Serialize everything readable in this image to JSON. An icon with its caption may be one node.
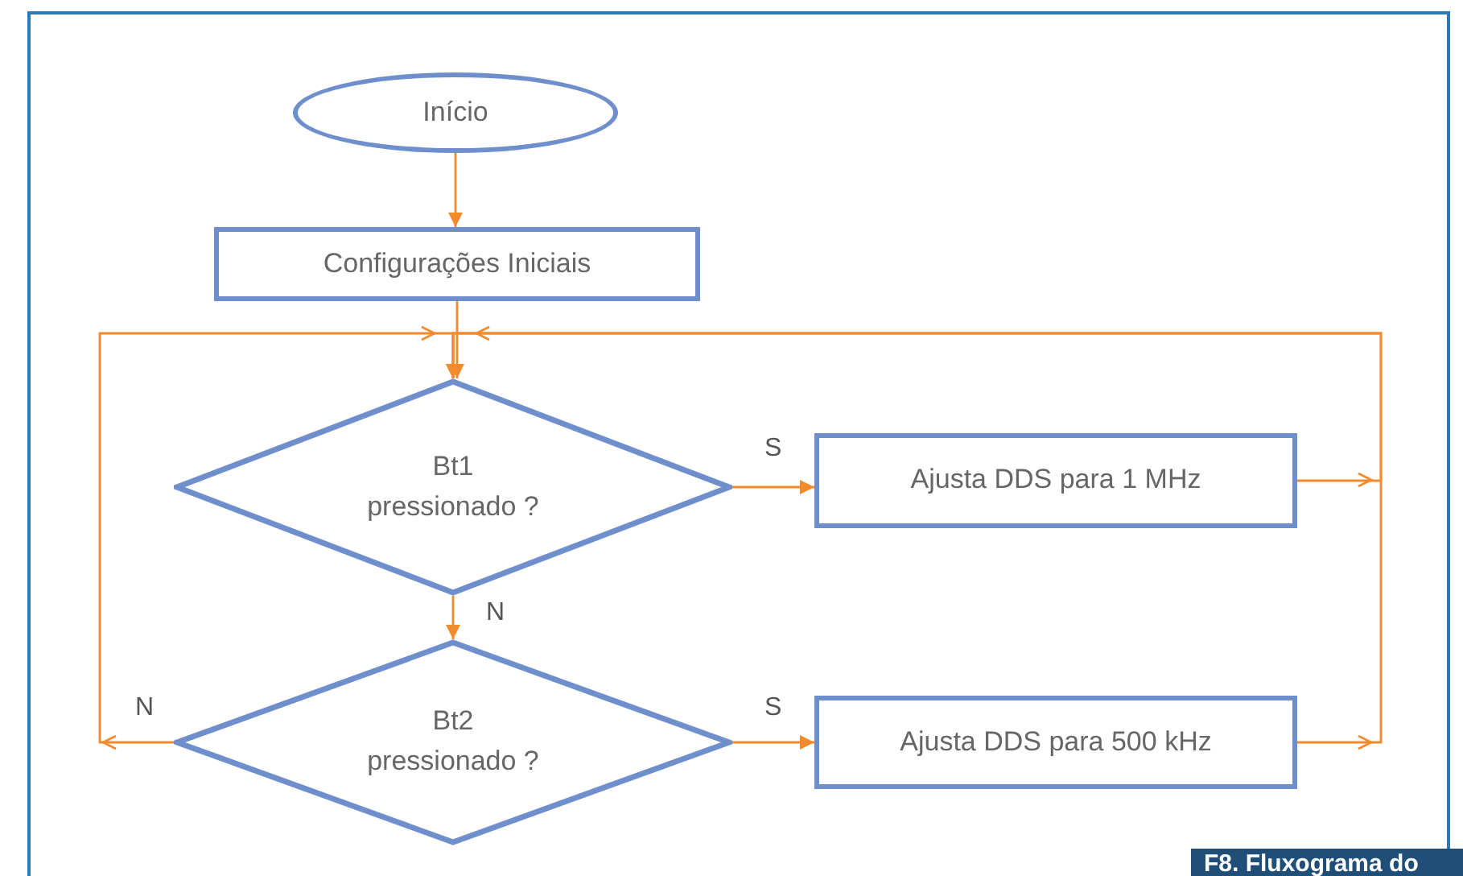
{
  "diagram": {
    "nodes": [
      {
        "text": [
          "Início"
        ]
      },
      {
        "text": [
          "Configurações Iniciais"
        ]
      },
      {
        "text": [
          "Bt1 pressionado ?"
        ]
      },
      {
        "text": [
          "Ajusta DDS para 1 MHz"
        ]
      },
      {
        "text": [
          "Bt2 pressionado ?"
        ]
      },
      {
        "text": [
          "Ajusta DDS para 500 kHz"
        ]
      }
    ],
    "edges": [
      {
        "from": 0,
        "to": 1,
        "arrow": "to"
      },
      {
        "from": 1,
        "to": 2,
        "arrow": "to"
      },
      {
        "from": 2,
        "to": 3,
        "arrow": "to",
        "label": "S"
      },
      {
        "from": 2,
        "to": 4,
        "arrow": "to",
        "label": "N"
      },
      {
        "from": 4,
        "to": 5,
        "arrow": "to",
        "label": "S"
      },
      {
        "from": 4,
        "to": 2,
        "arrow": "to",
        "label": "N"
      },
      {
        "from": 3,
        "to": 2,
        "arrow": "to"
      },
      {
        "from": 5,
        "to": 2,
        "arrow": "to"
      }
    ],
    "labels": [
      "F8. Fluxograma do"
    ]
  }
}
